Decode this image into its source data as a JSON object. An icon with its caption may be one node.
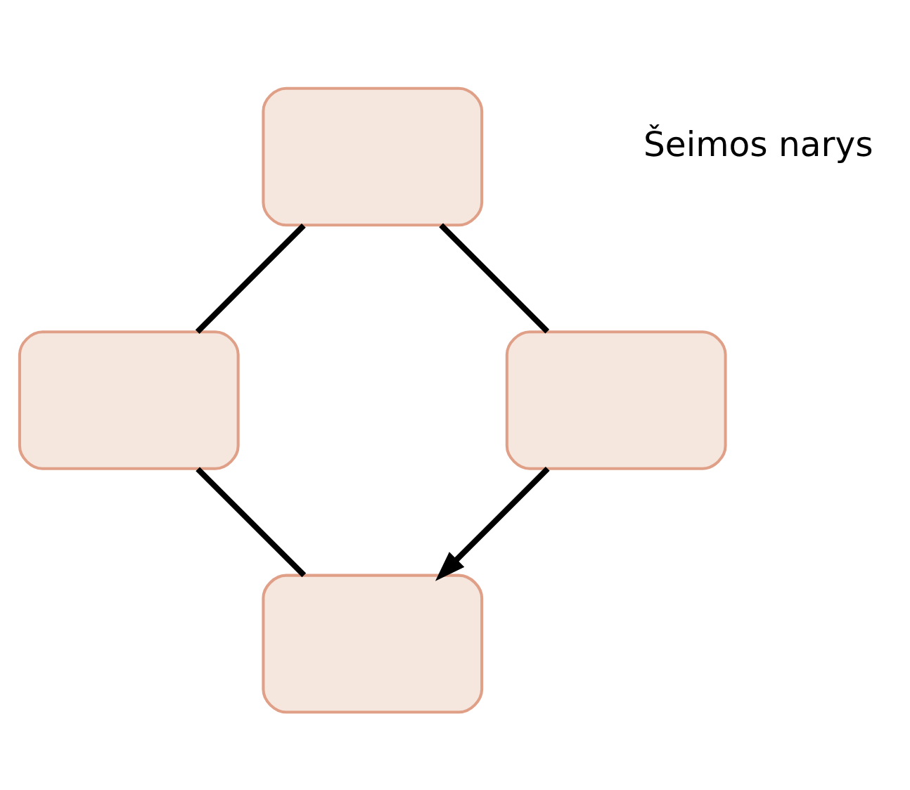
{
  "diagram": {
    "nodes": [
      {
        "text": [],
        "shape": "box"
      },
      {
        "text": [],
        "shape": "box"
      },
      {
        "text": [],
        "shape": "box"
      },
      {
        "text": [],
        "shape": "box"
      }
    ],
    "edges": [
      {
        "from": 0,
        "to": 1,
        "arrow": "none"
      },
      {
        "from": 1,
        "to": 3,
        "arrow": "none"
      },
      {
        "from": 3,
        "to": 2,
        "arrow": "none"
      },
      {
        "from": 2,
        "to": 0,
        "arrow": "to"
      }
    ],
    "labels": [
      "Šeimos narys"
    ]
  }
}
